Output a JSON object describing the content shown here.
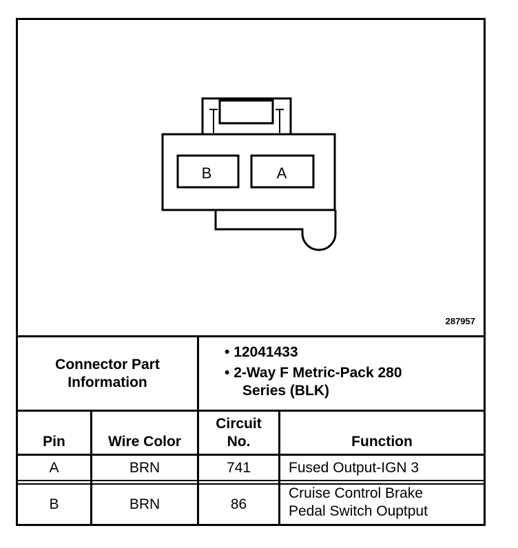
{
  "figure_number": "287957",
  "connector": {
    "cavity_left": "B",
    "cavity_right": "A"
  },
  "part_info": {
    "label_line1": "Connector Part",
    "label_line2": "Information",
    "bullet1": "12041433",
    "bullet2_line1": "2-Way F Metric-Pack 280",
    "bullet2_line2": "Series (BLK)",
    "bullet_symbol": "•"
  },
  "table": {
    "headers": {
      "pin": "Pin",
      "wire_color": "Wire Color",
      "circuit_line1": "Circuit",
      "circuit_line2": "No.",
      "function": "Function"
    },
    "rows": [
      {
        "pin": "A",
        "wire_color": "BRN",
        "circuit": "741",
        "function_line1": "Fused Output-IGN 3",
        "function_line2": ""
      },
      {
        "pin": "B",
        "wire_color": "BRN",
        "circuit": "86",
        "function_line1": "Cruise Control Brake",
        "function_line2": "Pedal Switch Ouptput"
      }
    ]
  }
}
